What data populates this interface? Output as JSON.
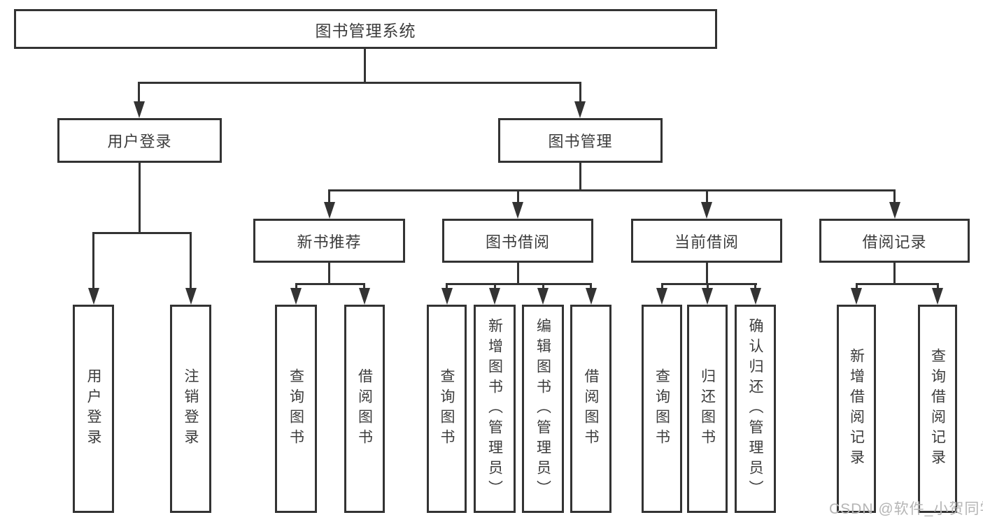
{
  "tree": {
    "label": "图书管理系统",
    "children": [
      {
        "label": "用户登录",
        "children": [
          {
            "label": "用户登录"
          },
          {
            "label": "注销登录"
          }
        ]
      },
      {
        "label": "图书管理",
        "children": [
          {
            "label": "新书推荐",
            "children": [
              {
                "label": "查询图书"
              },
              {
                "label": "借阅图书"
              }
            ]
          },
          {
            "label": "图书借阅",
            "children": [
              {
                "label": "查询图书"
              },
              {
                "label": "新增图书（管理员）"
              },
              {
                "label": "编辑图书（管理员）"
              },
              {
                "label": "借阅图书"
              }
            ]
          },
          {
            "label": "当前借阅",
            "children": [
              {
                "label": "查询图书"
              },
              {
                "label": "归还图书"
              },
              {
                "label": "确认归还（管理员）"
              }
            ]
          },
          {
            "label": "借阅记录",
            "children": [
              {
                "label": "新增借阅记录"
              },
              {
                "label": "查询借阅记录"
              }
            ]
          }
        ]
      }
    ]
  },
  "watermark": "CSDN @软件_小贺同学",
  "colors": {
    "bg": "#ffffff",
    "line": "#333333",
    "text": "#3c3c3c",
    "wm": "#b5b5b5"
  }
}
